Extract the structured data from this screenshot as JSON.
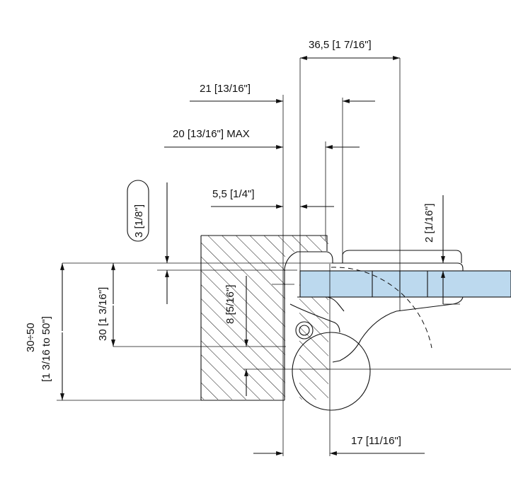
{
  "dimensions": {
    "d_36_5": "36,5 [1  7/16\"]",
    "d_21": "21 [13/16\"]",
    "d_20": "20 [13/16\"] MAX",
    "d_5_5": "5,5 [1/4\"]",
    "d_3": "3 [1/8\"]",
    "d_2": "2 [1/16\"]",
    "d_30_50_a": "30÷50",
    "d_30_50_b": "[1  3/16 to 50\"]",
    "d_30": "30 [1  3/16\"]",
    "d_8": "8 [5/16\"]",
    "d_17": "17 [11/16\"]"
  },
  "colors": {
    "glass": "#bcd9ee",
    "line": "#111111"
  }
}
